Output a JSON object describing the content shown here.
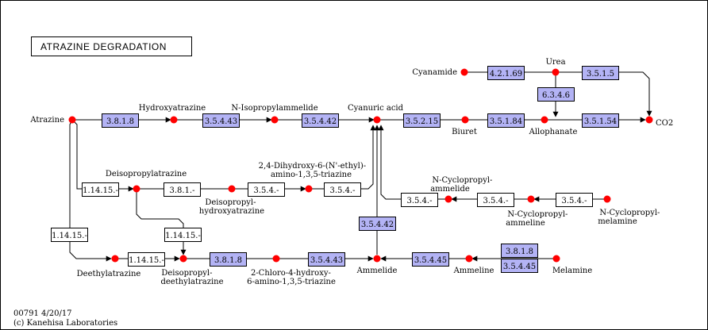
{
  "map": {
    "title": "ATRAZINE DEGRADATION",
    "footer": [
      "00791 4/20/17",
      "(c) Kanehisa Laboratories"
    ]
  },
  "colors": {
    "enzyme_fill": "#b3b3f5",
    "enzyme_plain_fill": "#ffffff",
    "compound": "#ff0000",
    "line": "#000000"
  },
  "compounds": {
    "atrazine": "Atrazine",
    "hydroxyatrazine": "Hydroxyatrazine",
    "n_isopropylammelide": "N-Isopropylammelide",
    "cyanuric_acid": "Cyanuric acid",
    "biuret": "Biuret",
    "allophanate": "Allophanate",
    "co2": "CO2",
    "cyanamide": "Cyanamide",
    "urea": "Urea",
    "deisopropylatrazine": "Deisopropylatrazine",
    "deisopropylhydroxyatrazine": [
      "Deisopropyl-",
      "hydroxyatrazine"
    ],
    "dihydroxy_ethyl_triazine": [
      "2,4-Dihydroxy-6-(N'-ethyl)-",
      "amino-1,3,5-triazine"
    ],
    "n_cyclopropylammelide": [
      "N-Cyclopropyl-",
      "ammelide"
    ],
    "n_cyclopropylammeline": [
      "N-Cyclopropyl-",
      "ammeline"
    ],
    "n_cyclopropylmelamine": [
      "N-Cyclopropyl-",
      "melamine"
    ],
    "deethylatrazine": "Deethylatrazine",
    "deisopropyldeethylatrazine": [
      "Deisopropyl-",
      "deethylatrazine"
    ],
    "chloro_hydroxy_triazine": [
      "2-Chloro-4-hydroxy-",
      "6-amino-1,3,5-triazine"
    ],
    "ammelide": "Ammelide",
    "ammeline": "Ammeline",
    "melamine": "Melamine"
  },
  "enzymes": {
    "e_3818_a": "3.8.1.8",
    "e_35443_a": "3.5.4.43",
    "e_35442_a": "3.5.4.42",
    "e_35215": "3.5.2.15",
    "e_35184": "3.5.1.84",
    "e_35154": "3.5.1.54",
    "e_42169": "4.2.1.69",
    "e_3515": "3.5.1.5",
    "e_6346": "6.3.4.6",
    "e_11415_a": "1.14.15.-",
    "e_381_": "3.8.1.-",
    "e_354_a": "3.5.4.-",
    "e_354_b": "3.5.4.-",
    "e_354_c": "3.5.4.-",
    "e_354_d": "3.5.4.-",
    "e_354_e": "3.5.4.-",
    "e_11415_b": "1.14.15.-",
    "e_11415_c": "1.14.15.-",
    "e_11415_d": "1.14.15.-",
    "e_35442_b": "3.5.4.42",
    "e_3818_b": "3.8.1.8",
    "e_35443_b": "3.5.4.43",
    "e_35445_a": "3.5.4.45",
    "e_3818_c": "3.8.1.8",
    "e_35445_b": "3.5.4.45"
  }
}
